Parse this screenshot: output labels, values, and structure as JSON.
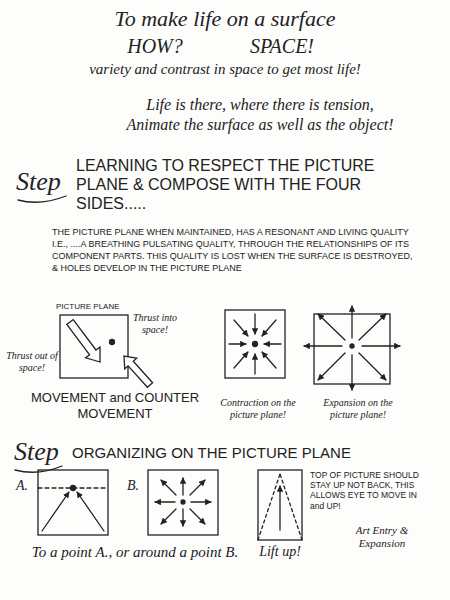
{
  "diagram": {
    "title": "To make life on a surface",
    "labels": [
      "HOW?",
      "SPACE!",
      "variety and contrast in space to get most life!",
      "Life is there, where there is tension,",
      "Animate the surface as well as the object!",
      "Step",
      "LEARNING TO RESPECT THE PICTURE PLANE & COMPOSE WITH THE FOUR SIDES.....",
      "THE PICTURE PLANE WHEN MAINTAINED, HAS A RESONANT AND LIVING QUALITY I.E., ....A BREATHING PULSATING QUALITY, THROUGH THE RELATIONSHIPS OF ITS COMPONENT PARTS. THIS QUALITY IS LOST WHEN THE SURFACE IS DESTROYED, & HOLES DEVELOP IN THE PICTURE PLANE",
      "PICTURE PLANE",
      "Thrust out of space!",
      "Thrust into space!",
      "MOVEMENT and COUNTER MOVEMENT",
      "Contraction on the picture plane!",
      "Expansion on the picture plane!",
      "Step",
      "ORGANIZING ON THE PICTURE PLANE",
      "A.",
      "B.",
      "To a point A., or around a point B.",
      "Lift up!",
      "TOP OF PICTURE SHOULD STAY UP NOT BACK, THIS ALLOWS EYE TO MOVE IN and UP!",
      "Art Entry & Expansion"
    ]
  }
}
